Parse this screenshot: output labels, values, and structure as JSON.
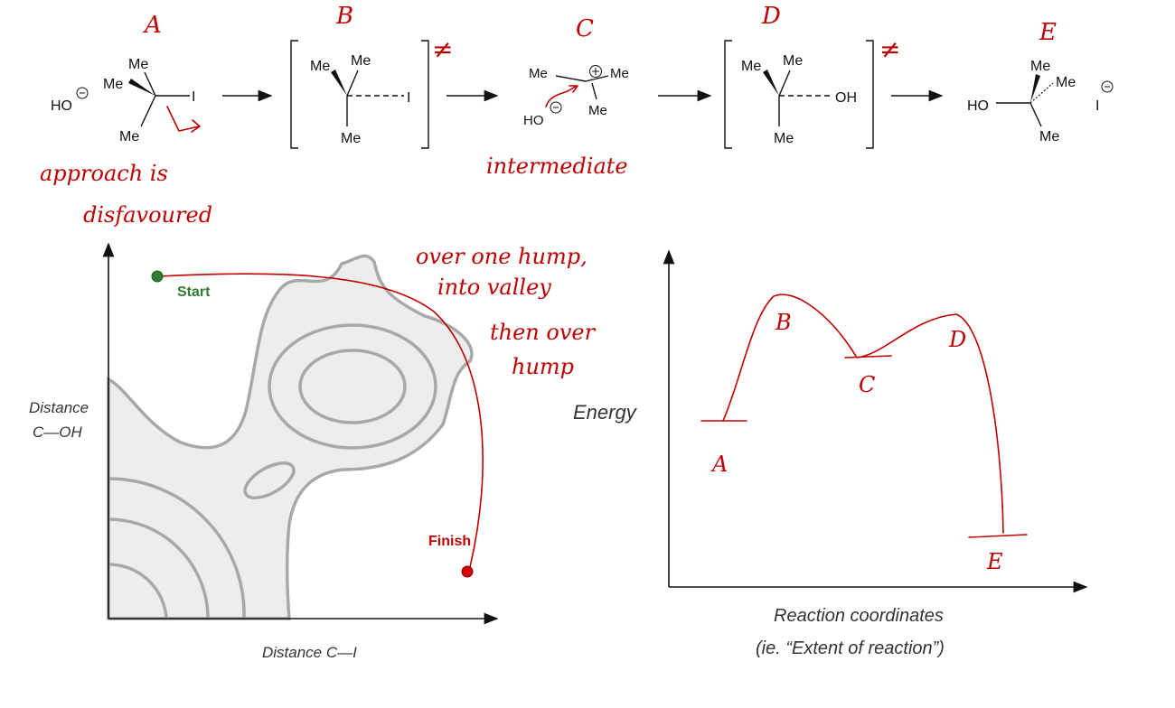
{
  "reaction": {
    "hydroxide": "HO",
    "methyl": "Me",
    "iodine": "I",
    "hydroxyl": "OH",
    "ts_mark": "≠",
    "species_labels": [
      "A",
      "B",
      "C",
      "D",
      "E"
    ]
  },
  "annotations": {
    "approach_line1": "approach is",
    "approach_line2": "disfavoured",
    "intermediate": "intermediate",
    "path_line1": "over one hump,",
    "path_line2": "into valley",
    "path_line3": "then over",
    "path_line4": "hump"
  },
  "surface_plot": {
    "ylabel_line1": "Distance",
    "ylabel_line2": "C—OH",
    "xlabel": "Distance C—I",
    "start_label": "Start",
    "finish_label": "Finish",
    "colors": {
      "start": "#2e7d32",
      "finish": "#d00000",
      "surface": "#ededed"
    }
  },
  "energy_plot": {
    "ylabel": "Energy",
    "xlabel_line1": "Reaction coordinates",
    "xlabel_line2": "(ie. “Extent of reaction”)",
    "point_labels": [
      "A",
      "B",
      "C",
      "D",
      "E"
    ]
  },
  "chart_data": {
    "type": "line",
    "x": [
      "A",
      "B",
      "C",
      "D",
      "E"
    ],
    "ylabel": "Energy",
    "xlabel": "Reaction coordinates (ie. “Extent of reaction”)"
  }
}
